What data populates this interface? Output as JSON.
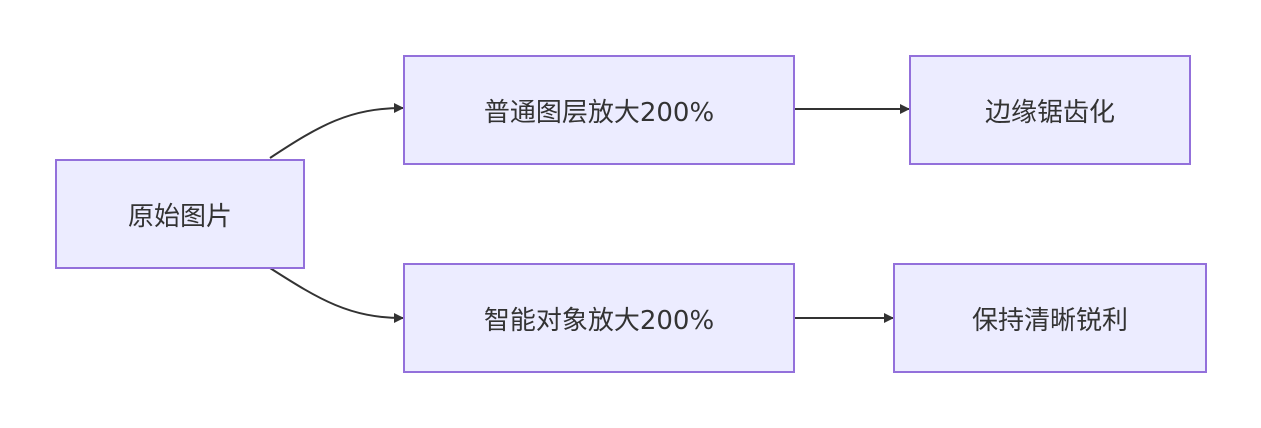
{
  "diagram": {
    "type": "flowchart",
    "direction": "left-to-right",
    "nodes": [
      {
        "id": "original",
        "label": "原始图片"
      },
      {
        "id": "normal_scale",
        "label": "普通图层放大200%"
      },
      {
        "id": "jagged",
        "label": "边缘锯齿化"
      },
      {
        "id": "smart_scale",
        "label": "智能对象放大200%"
      },
      {
        "id": "sharp",
        "label": "保持清晰锐利"
      }
    ],
    "edges": [
      {
        "from": "original",
        "to": "normal_scale"
      },
      {
        "from": "normal_scale",
        "to": "jagged"
      },
      {
        "from": "original",
        "to": "smart_scale"
      },
      {
        "from": "smart_scale",
        "to": "sharp"
      }
    ],
    "colors": {
      "node_fill": "#ECECFF",
      "node_border": "#9370DB",
      "edge": "#333333",
      "text": "#333333"
    }
  }
}
